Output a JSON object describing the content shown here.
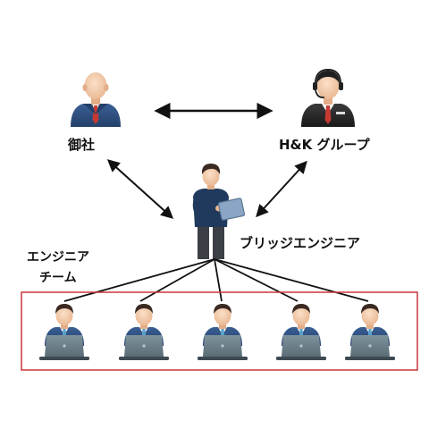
{
  "nodes": {
    "client": {
      "label": "御社"
    },
    "hk_group": {
      "label": "H&K グループ"
    },
    "bridge_engineer": {
      "label": "ブリッジエンジニア"
    },
    "engineer_team": {
      "label_line1": "エンジニア",
      "label_line2": "チーム",
      "member_count": 5
    }
  },
  "edges": [
    {
      "from": "client",
      "to": "hk_group",
      "direction": "both"
    },
    {
      "from": "client",
      "to": "bridge_engineer",
      "direction": "both"
    },
    {
      "from": "hk_group",
      "to": "bridge_engineer",
      "direction": "both"
    },
    {
      "from": "bridge_engineer",
      "to": "engineer_team",
      "direction": "none"
    }
  ],
  "colors": {
    "suit": "#2f4f7f",
    "suit_dark": "#233c63",
    "tie": "#c63a32",
    "skin": "#f1c8a8",
    "hair": "#3a2a22",
    "laptop": "#6c7f8a",
    "team_box_border": "#c8373a",
    "arrow": "#111111"
  },
  "icons": {
    "client": "businessman-icon",
    "hk_group": "support-operator-icon",
    "bridge_engineer": "engineer-with-tablet-icon",
    "team_member": "engineer-at-laptop-icon"
  }
}
